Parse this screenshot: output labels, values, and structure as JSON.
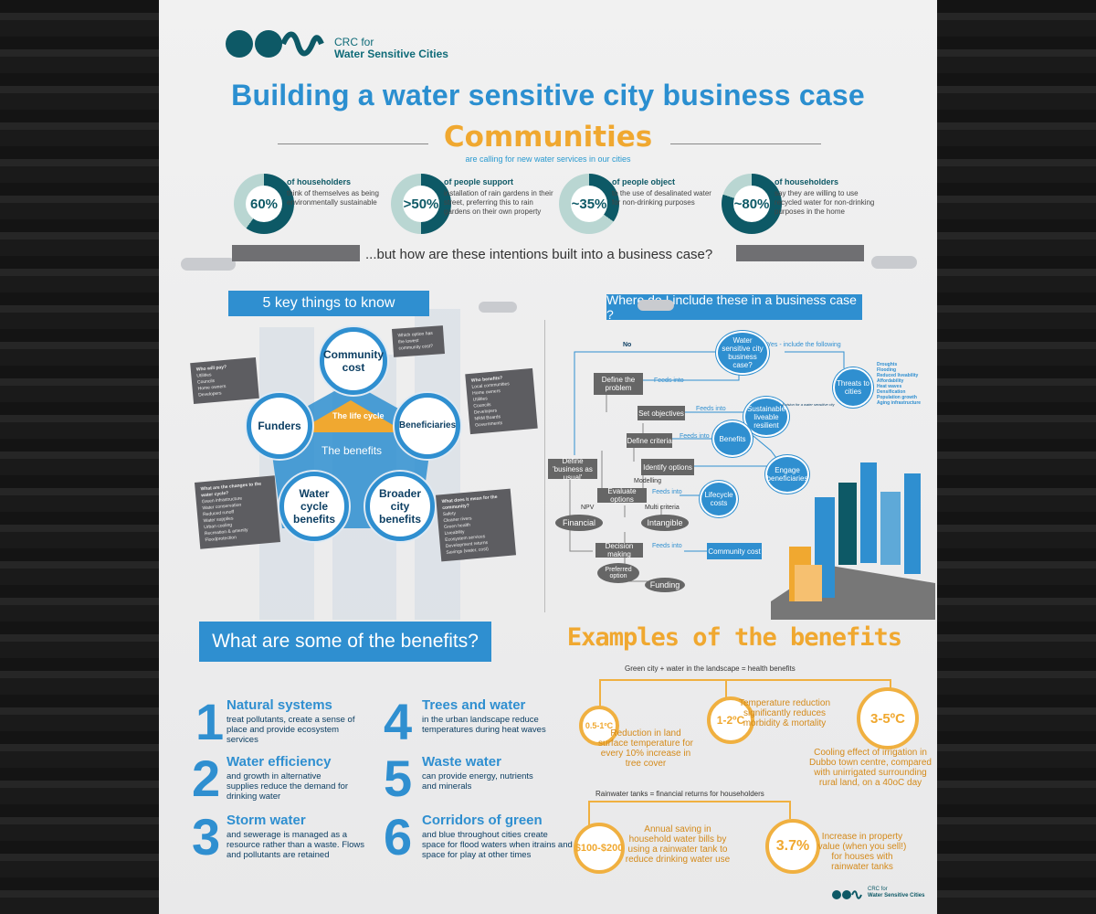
{
  "logo": {
    "line1": "CRC for",
    "line2": "Water Sensitive Cities",
    "footer1": "CRC for",
    "footer2": "Water Sensitive Cities"
  },
  "title": "Building a water sensitive city business case",
  "communities": {
    "heading": "Communities",
    "subtitle": "are calling for new water services in our cities",
    "stats": [
      {
        "value": "60%",
        "fraction": 0.6,
        "head": "of householders",
        "desc": "think of themselves as being environmentally sustainable"
      },
      {
        "value": ">50%",
        "fraction": 0.5,
        "head": "of people support",
        "desc": "installation of rain gardens in their street, preferring this to rain gardens on their own property"
      },
      {
        "value": "~35%",
        "fraction": 0.35,
        "head": "of people object",
        "desc": "to the use of desalinated water for non-drinking purposes"
      },
      {
        "value": "~80%",
        "fraction": 0.8,
        "head": "of householders",
        "desc": "say they are willing to use recycled water for non-drinking purposes in the home"
      }
    ],
    "question": "...but how are these intentions built into a business case?"
  },
  "key_things": {
    "title": "5 key things to know",
    "community_cost": "Community cost",
    "funders": "Funders",
    "beneficiaries": "Beneficiaries",
    "water_cycle": "Water cycle benefits",
    "broader": "Broader city benefits",
    "lifecycle": "The life cycle",
    "benefits": "The benefits",
    "tag_pay": {
      "head": "Who will pay?",
      "body": "Utilities\nCouncils\nHome owners\nDevelopers"
    },
    "tag_cost": {
      "head": "Which option has the lowest community cost?",
      "body": ""
    },
    "tag_benefits": {
      "head": "Who benefits?",
      "body": "Local communities\nHome owners\nUtilities\nCouncils\nDevelopers\nNRM Boards\nGovernments"
    },
    "tag_water": {
      "head": "What are the changes to the water cycle?",
      "body": "Green infrastructure\nWater conservation\nReduced runoff\nWater supplies\nUrban cooling\nRecreation & amenity\nFloodprotection"
    },
    "tag_broader": {
      "head": "What does it mean for the community?",
      "body": "Safety\nCleaner rivers\nGreen health\nLiveability\nEcosystem services\nDevelopment returns\nSavings (water, cost)"
    }
  },
  "flow": {
    "title": "Where do I include these in a business case ?",
    "q": "Water sensitive city business case?",
    "no": "No",
    "yes": "Yes - include the following",
    "define_problem": "Define the problem",
    "set_objectives": "Set objectives",
    "define_criteria": "Define criteria",
    "identify_options": "Identify options",
    "bau": "Define 'business as usual'",
    "evaluate": "Evaluate options",
    "modelling": "Modelling",
    "npv": "NPV",
    "multi": "Multi criteria",
    "financial": "Financial",
    "intangible": "Intangible",
    "decision": "Decision making",
    "preferred": "Preferred option",
    "funding": "Funding",
    "feeds": "Feeds into",
    "threats": "Threats to cities",
    "threats_list": "Droughts\nFlooding\nReduced liveability\nAffordability\nHeat waves\nDensification\nPopulation growth\nAging infrastructure",
    "sustainable": "Sustainable liveable resilient",
    "benefits": "Benefits",
    "engage": "Engage beneficiaries",
    "lifecycle": "Lifecycle costs",
    "community_cost": "Community cost",
    "vision": "A vision for a water sensitive city"
  },
  "benefits": {
    "title": "What are some of the benefits?",
    "items": [
      {
        "num": "1",
        "title": "Natural systems",
        "desc": "treat pollutants, create a sense of place and provide ecosystem services"
      },
      {
        "num": "2",
        "title": "Water efficiency",
        "desc": "and growth in alternative supplies reduce the demand for drinking water"
      },
      {
        "num": "3",
        "title": "Storm water",
        "desc": "and sewerage is managed as a resource rather than a waste. Flows and pollutants are retained"
      },
      {
        "num": "4",
        "title": "Trees and water",
        "desc": "in the urban landscape reduce temperatures during heat waves"
      },
      {
        "num": "5",
        "title": "Waste water",
        "desc": "can provide energy, nutrients and minerals"
      },
      {
        "num": "6",
        "title": "Corridors of green",
        "desc": "and blue throughout cities create space for flood waters when itrains and space for play at other times"
      }
    ]
  },
  "examples": {
    "title": "Examples of the benefits",
    "green_line": "Green city + water in the landscape = health benefits",
    "c1": "0.5-1ºC",
    "t1": "Reduction in land surface temperature for every 10% increase in tree cover",
    "c2": "1-2ºC",
    "t2": "Temperature reduction significantly reduces morbidity & mortality",
    "c3": "3-5ºC",
    "t3": "Cooling effect of irrigation in Dubbo town centre, compared with unirrigated surrounding rural land, on a 40oC day",
    "rain_line": "Rainwater tanks = financial returns for householders",
    "c4": "$100-$200",
    "t4": "Annual saving in household water bills by using a rainwater tank to reduce drinking water use",
    "c5": "3.7%",
    "t5": "Increase in property value (when you sell!) for houses with rainwater tanks"
  },
  "colors": {
    "teal": "#0d5966",
    "blue": "#2f8fd0",
    "orange": "#f0a830",
    "grey": "#666666"
  }
}
